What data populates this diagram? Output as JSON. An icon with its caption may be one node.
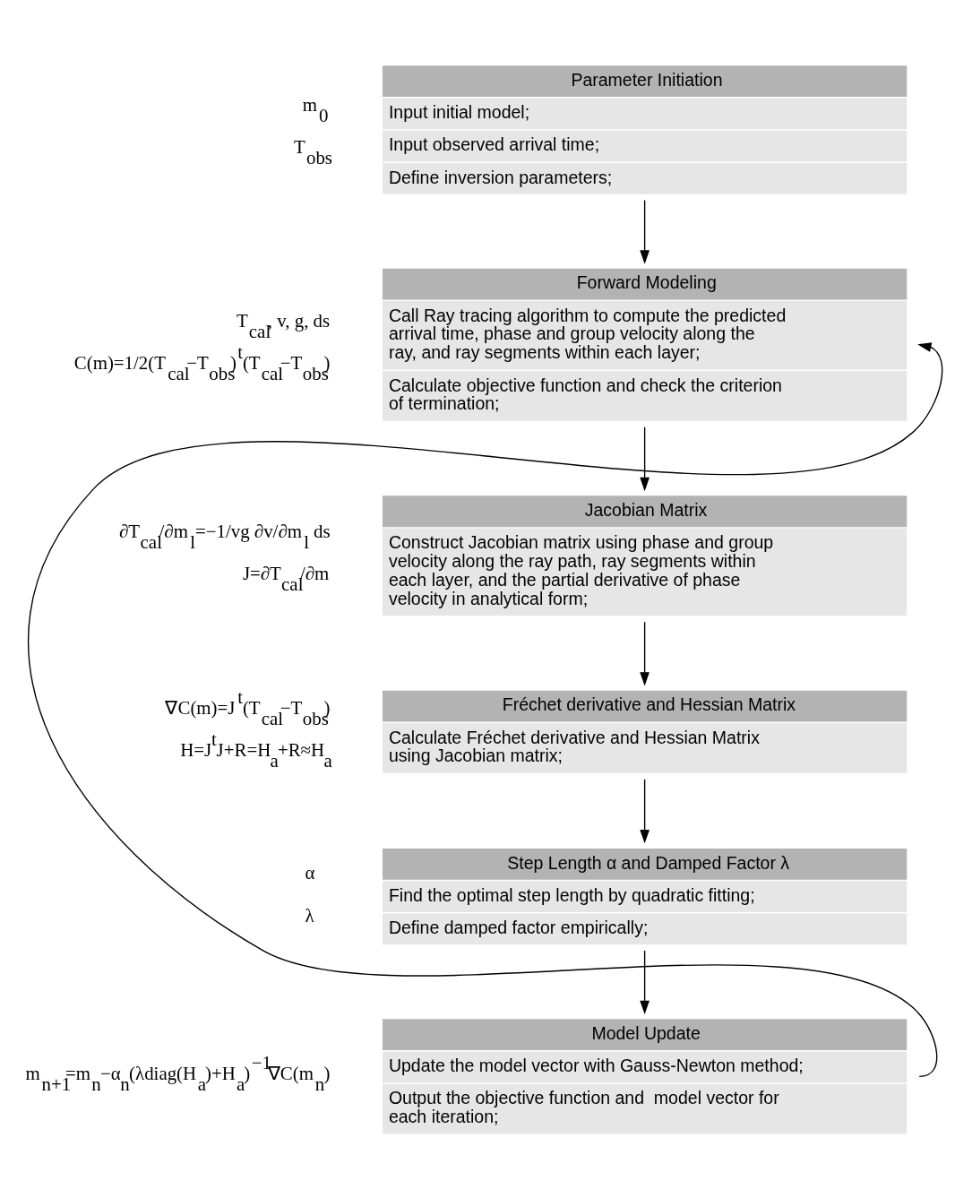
{
  "diagram": {
    "nodes": [
      {
        "text": [
          "Parameter Initiation",
          "Input initial model;",
          "Input observed arrival time;",
          "Define inversion parameters;"
        ],
        "beside": [
          "m$_{0}$",
          "T$_{obs}$"
        ]
      },
      {
        "text": [
          "Forward Modeling",
          "Call Ray tracing algorithm to compute the predicted arrival time, phase and group velocity along the ray, and ray segments within each layer;",
          "Calculate objective function and check the criterion of termination;"
        ],
        "beside": [
          "T$_{cal}$, v, g, ds",
          "C(m)=1/2(T$_{cal}$−T$_{obs}$)$^{t}$(T$_{cal}$−T$_{obs}$)"
        ]
      },
      {
        "text": [
          "Jacobian Matrix",
          "Construct Jacobian matrix using phase and group velocity along the ray path, ray segments within each layer, and the partial derivative of phase velocity in analytical form;"
        ],
        "beside": [
          "∂T$_{cal}$/∂m$_{l}$=−1/vg ∂v/∂m$_{l}$ ds",
          "J=∂T$_{cal}$/∂m"
        ]
      },
      {
        "text": [
          "Fréchet derivative and Hessian Matrix",
          "Calculate Fréchet derivative and Hessian Matrix using Jacobian matrix;"
        ],
        "beside": [
          "∇C(m)=J$^{t}$(T$_{cal}$−T$_{obs}$)",
          "H=J$^{t}$J+R=H$_{a}$+R≈H$_{a}$"
        ]
      },
      {
        "text": [
          "Step Length α and Damped Factor λ",
          "Find the optimal step length by quadratic fitting;",
          "Define damped factor empirically;"
        ],
        "beside": [
          "α",
          "λ"
        ]
      },
      {
        "text": [
          "Model Update",
          "Update the model vector with Gauss-Newton method;",
          "Output the objective function and  model vector for each iteration;"
        ],
        "beside": [
          "m$_{n+1}$=m$_{n}$−α$_{n}$(λdiag(H$_{a}$)+H$_{a}$)$^{−1}$∇C(m$_{n}$)"
        ]
      }
    ],
    "edges": [
      {
        "from": 0,
        "to": 1,
        "arrow": "to"
      },
      {
        "from": 1,
        "to": 2,
        "arrow": "to"
      },
      {
        "from": 2,
        "to": 3,
        "arrow": "to"
      },
      {
        "from": 3,
        "to": 4,
        "arrow": "to"
      },
      {
        "from": 4,
        "to": 5,
        "arrow": "to"
      },
      {
        "from": 5,
        "to": 1,
        "arrow": "to"
      }
    ]
  }
}
